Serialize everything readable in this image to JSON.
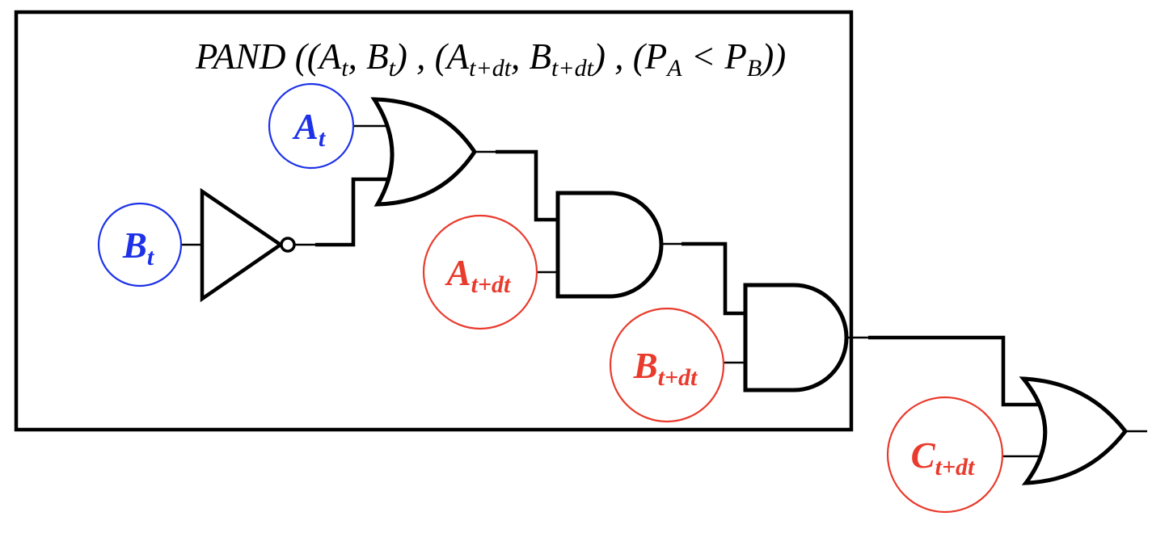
{
  "title": {
    "p0": "PAND ((A",
    "p1": "t",
    "p2": ", B",
    "p3": "t",
    "p4": ") , (A",
    "p5": "t+dt",
    "p6": ", B",
    "p7": "t+dt",
    "p8": ") , (P",
    "p9": "A",
    "p10": " < P",
    "p11": "B",
    "p12": "))"
  },
  "events": {
    "a_t": {
      "main": "A",
      "sub": "t"
    },
    "b_t": {
      "main": "B",
      "sub": "t"
    },
    "a_tdt": {
      "main": "A",
      "sub": "t+dt"
    },
    "b_tdt": {
      "main": "B",
      "sub": "t+dt"
    },
    "c_tdt": {
      "main": "C",
      "sub": "t+dt"
    }
  },
  "gates": {
    "or1": "or-gate",
    "not1": "not-gate",
    "and1": "and-gate",
    "and2": "and-gate",
    "or2": "or-gate"
  },
  "colors": {
    "past_event": "#1d32e8",
    "current_event": "#e93b2d",
    "line": "#000000",
    "background": "#ffffff"
  }
}
